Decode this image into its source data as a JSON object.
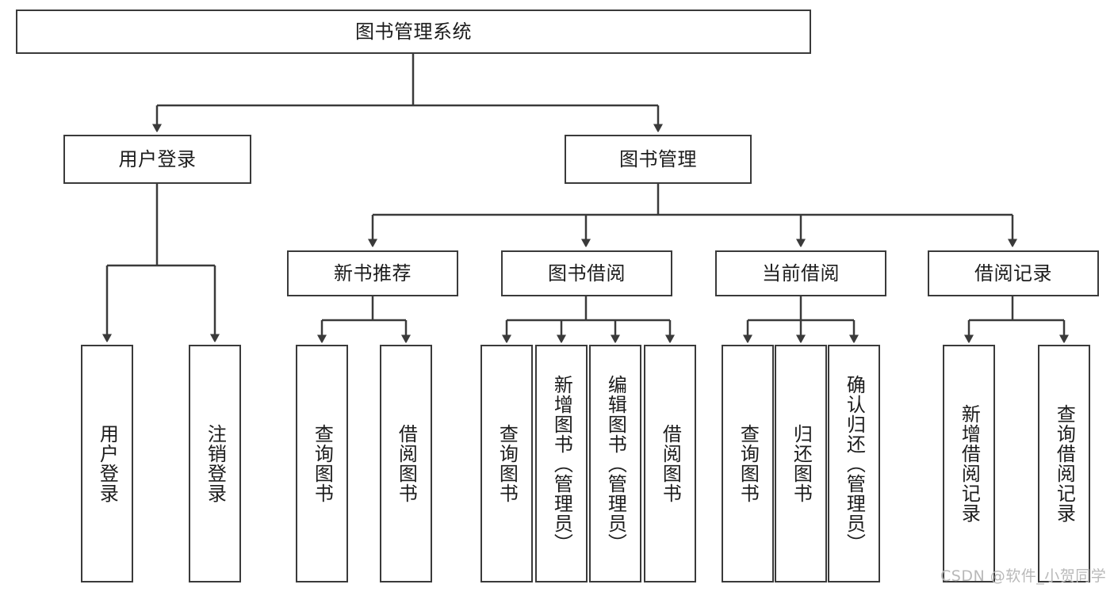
{
  "diagram": {
    "type": "tree-hierarchy",
    "title_node": {
      "label": "图书管理系统"
    },
    "level2": [
      {
        "id": "user-login",
        "label": "用户登录"
      },
      {
        "id": "book-management",
        "label": "图书管理"
      }
    ],
    "level3": [
      {
        "id": "new-book-recommend",
        "label": "新书推荐",
        "parent": "book-management"
      },
      {
        "id": "book-borrow",
        "label": "图书借阅",
        "parent": "book-management"
      },
      {
        "id": "current-borrow",
        "label": "当前借阅",
        "parent": "book-management"
      },
      {
        "id": "borrow-record",
        "label": "借阅记录",
        "parent": "book-management"
      }
    ],
    "leaves": [
      {
        "id": "leaf-user-login",
        "label": "用户登录",
        "parent": "user-login"
      },
      {
        "id": "leaf-logout-login",
        "label": "注销登录",
        "parent": "user-login"
      },
      {
        "id": "leaf-query-book-1",
        "label": "查询图书",
        "parent": "new-book-recommend"
      },
      {
        "id": "leaf-borrow-book-1",
        "label": "借阅图书",
        "parent": "new-book-recommend"
      },
      {
        "id": "leaf-query-book-2",
        "label": "查询图书",
        "parent": "book-borrow"
      },
      {
        "id": "leaf-add-book",
        "label": "新增图书（管理员）",
        "parent": "book-borrow"
      },
      {
        "id": "leaf-edit-book",
        "label": "编辑图书（管理员）",
        "parent": "book-borrow"
      },
      {
        "id": "leaf-borrow-book-2",
        "label": "借阅图书",
        "parent": "book-borrow"
      },
      {
        "id": "leaf-query-book-3",
        "label": "查询图书",
        "parent": "current-borrow"
      },
      {
        "id": "leaf-return-book",
        "label": "归还图书",
        "parent": "current-borrow"
      },
      {
        "id": "leaf-confirm-return",
        "label": "确认归还（管理员）",
        "parent": "current-borrow"
      },
      {
        "id": "leaf-add-record",
        "label": "新增借阅记录",
        "parent": "borrow-record"
      },
      {
        "id": "leaf-query-record",
        "label": "查询借阅记录",
        "parent": "borrow-record"
      }
    ],
    "colors": {
      "stroke": "#3a3a3a",
      "fill": "#ffffff",
      "text": "#1c1c1c",
      "watermark": "#b9b9b9"
    }
  },
  "watermark": {
    "text": "CSDN @软件_小贺同学"
  }
}
